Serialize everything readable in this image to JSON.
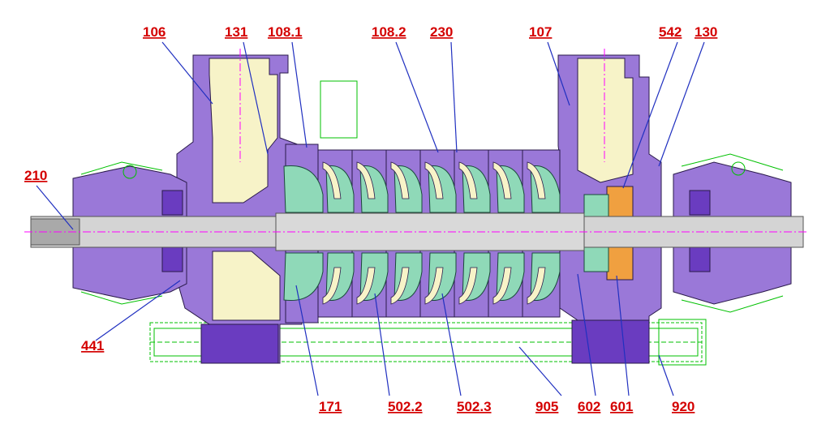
{
  "labels": {
    "l106": "106",
    "l131": "131",
    "l108_1": "108.1",
    "l108_2": "108.2",
    "l230": "230",
    "l107": "107",
    "l542": "542",
    "l130": "130",
    "l210": "210",
    "l441": "441",
    "l171": "171",
    "l502_2": "502.2",
    "l502_3": "502.3",
    "l905": "905",
    "l602": "602",
    "l601": "601",
    "l920": "920"
  },
  "colors": {
    "casing": "#9a78d8",
    "casing_dark": "#5b2fb0",
    "passage": "#f7f3c8",
    "impeller": "#8fd9b8",
    "shaft": "#d4d4d4",
    "shaft_dark": "#a9a9a9",
    "bearing": "#f0a040",
    "hidden_lines": "#00c000",
    "centerline": "#ff00ff",
    "leader": "#2030c0",
    "label": "#d40000"
  }
}
